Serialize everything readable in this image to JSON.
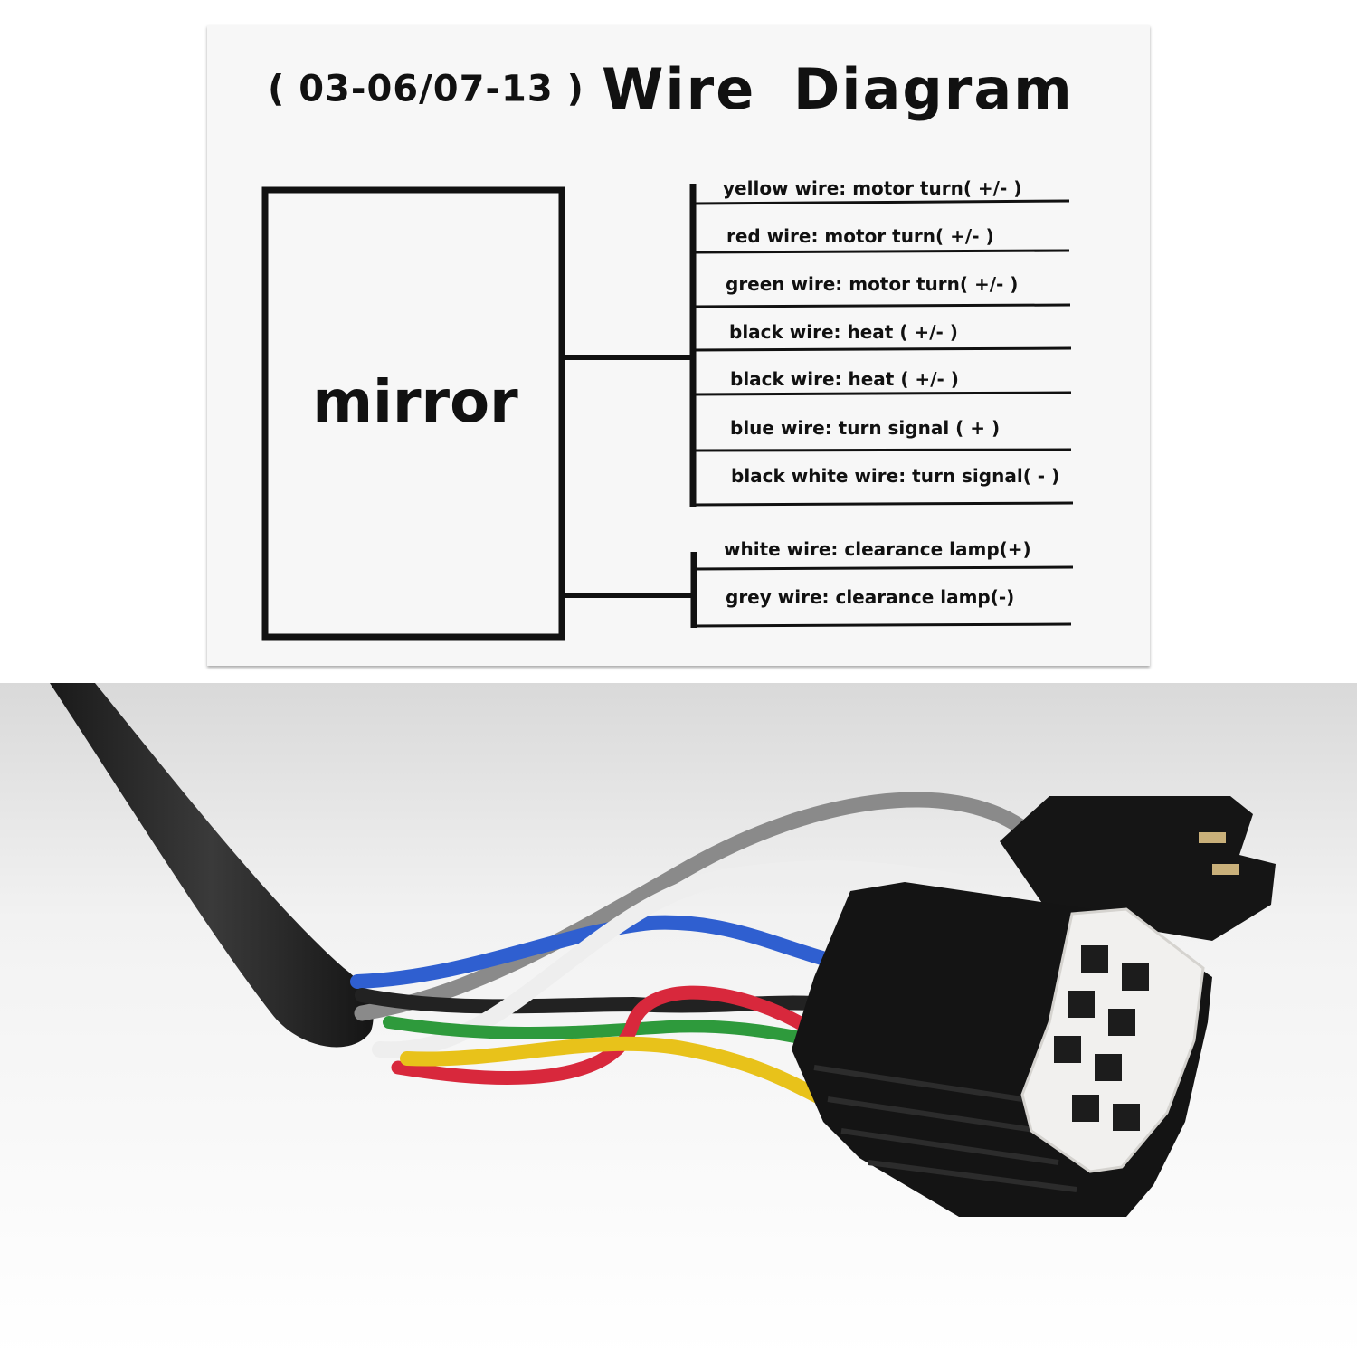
{
  "title": {
    "years": "( 03-06/07-13 )",
    "main": "Wire Diagram"
  },
  "mirror_box": {
    "label": "mirror"
  },
  "upper_group": {
    "wires": [
      {
        "label": "yellow wire: motor turn( +/- )"
      },
      {
        "label": "red wire: motor turn( +/- )"
      },
      {
        "label": "green wire: motor turn( +/- )"
      },
      {
        "label": "black wire: heat ( +/- )"
      },
      {
        "label": "black wire: heat ( +/- )"
      },
      {
        "label": "blue wire: turn signal ( + )"
      },
      {
        "label": "black white wire: turn signal( - )"
      }
    ]
  },
  "lower_group": {
    "wires": [
      {
        "label": "white wire: clearance lamp(+)"
      },
      {
        "label": "grey wire: clearance lamp(-)"
      }
    ]
  },
  "photo": {
    "subject": "wire-harness-with-connectors",
    "wire_colors": [
      "#222222",
      "#2f5fd0",
      "#d8283c",
      "#e8c21a",
      "#2e9a3c",
      "#eeeeee",
      "#8a8a8a"
    ]
  }
}
